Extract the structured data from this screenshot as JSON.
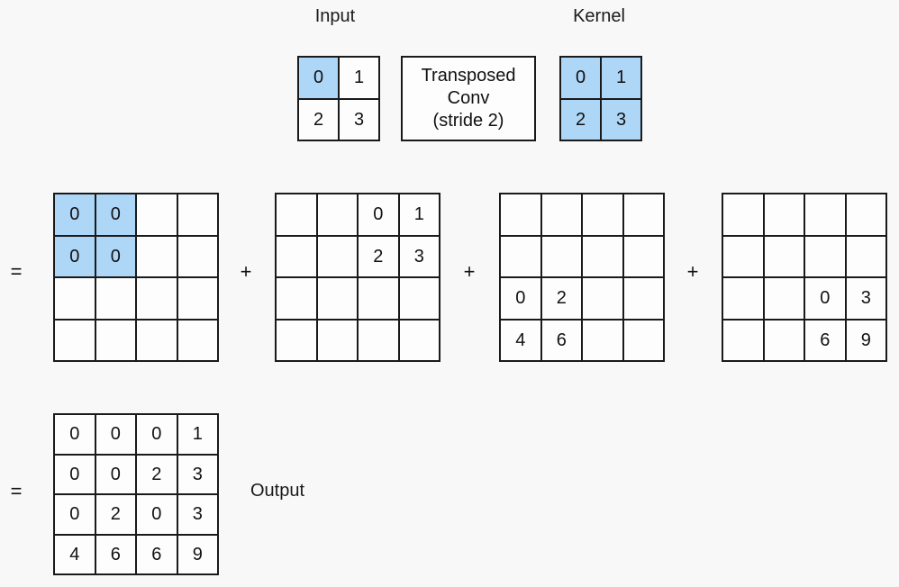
{
  "diagram": {
    "title_input": "Input",
    "title_kernel": "Kernel",
    "title_output": "Output",
    "operator_equals": "=",
    "operator_plus": "+",
    "accent_highlight_color": "#aed6f7",
    "background_color": "#f8f8f8",
    "line_color": "#1a1a1a"
  },
  "process_box": {
    "line1": "Transposed",
    "line2": "Conv",
    "line3": "(stride 2)"
  },
  "input_matrix": {
    "name": "input",
    "rows": 2,
    "cols": 2,
    "values": [
      [
        0,
        1
      ],
      [
        2,
        3
      ]
    ],
    "highlight": [
      [
        true,
        false
      ],
      [
        false,
        false
      ]
    ]
  },
  "kernel_matrix": {
    "name": "kernel",
    "rows": 2,
    "cols": 2,
    "values": [
      [
        0,
        1
      ],
      [
        2,
        3
      ]
    ],
    "highlight": [
      [
        true,
        true
      ],
      [
        true,
        true
      ]
    ]
  },
  "intermediate_matrices": [
    {
      "name": "term-1",
      "rows": 4,
      "cols": 4,
      "values": [
        [
          0,
          0,
          "",
          ""
        ],
        [
          0,
          0,
          "",
          ""
        ],
        [
          "",
          "",
          "",
          ""
        ],
        [
          "",
          "",
          "",
          ""
        ]
      ],
      "highlight": [
        [
          true,
          true,
          false,
          false
        ],
        [
          true,
          true,
          false,
          false
        ],
        [
          false,
          false,
          false,
          false
        ],
        [
          false,
          false,
          false,
          false
        ]
      ]
    },
    {
      "name": "term-2",
      "rows": 4,
      "cols": 4,
      "values": [
        [
          "",
          "",
          0,
          1
        ],
        [
          "",
          "",
          2,
          3
        ],
        [
          "",
          "",
          "",
          ""
        ],
        [
          "",
          "",
          "",
          ""
        ]
      ],
      "highlight": [
        [
          false,
          false,
          false,
          false
        ],
        [
          false,
          false,
          false,
          false
        ],
        [
          false,
          false,
          false,
          false
        ],
        [
          false,
          false,
          false,
          false
        ]
      ]
    },
    {
      "name": "term-3",
      "rows": 4,
      "cols": 4,
      "values": [
        [
          "",
          "",
          "",
          ""
        ],
        [
          "",
          "",
          "",
          ""
        ],
        [
          0,
          2,
          "",
          ""
        ],
        [
          4,
          6,
          "",
          ""
        ]
      ],
      "highlight": [
        [
          false,
          false,
          false,
          false
        ],
        [
          false,
          false,
          false,
          false
        ],
        [
          false,
          false,
          false,
          false
        ],
        [
          false,
          false,
          false,
          false
        ]
      ]
    },
    {
      "name": "term-4",
      "rows": 4,
      "cols": 4,
      "values": [
        [
          "",
          "",
          "",
          ""
        ],
        [
          "",
          "",
          "",
          ""
        ],
        [
          "",
          "",
          0,
          3
        ],
        [
          "",
          "",
          6,
          9
        ]
      ],
      "highlight": [
        [
          false,
          false,
          false,
          false
        ],
        [
          false,
          false,
          false,
          false
        ],
        [
          false,
          false,
          false,
          false
        ],
        [
          false,
          false,
          false,
          false
        ]
      ]
    }
  ],
  "output_matrix": {
    "name": "output",
    "rows": 4,
    "cols": 4,
    "values": [
      [
        0,
        0,
        0,
        1
      ],
      [
        0,
        0,
        2,
        3
      ],
      [
        0,
        2,
        0,
        3
      ],
      [
        4,
        6,
        6,
        9
      ]
    ],
    "highlight": [
      [
        false,
        false,
        false,
        false
      ],
      [
        false,
        false,
        false,
        false
      ],
      [
        false,
        false,
        false,
        false
      ],
      [
        false,
        false,
        false,
        false
      ]
    ]
  }
}
